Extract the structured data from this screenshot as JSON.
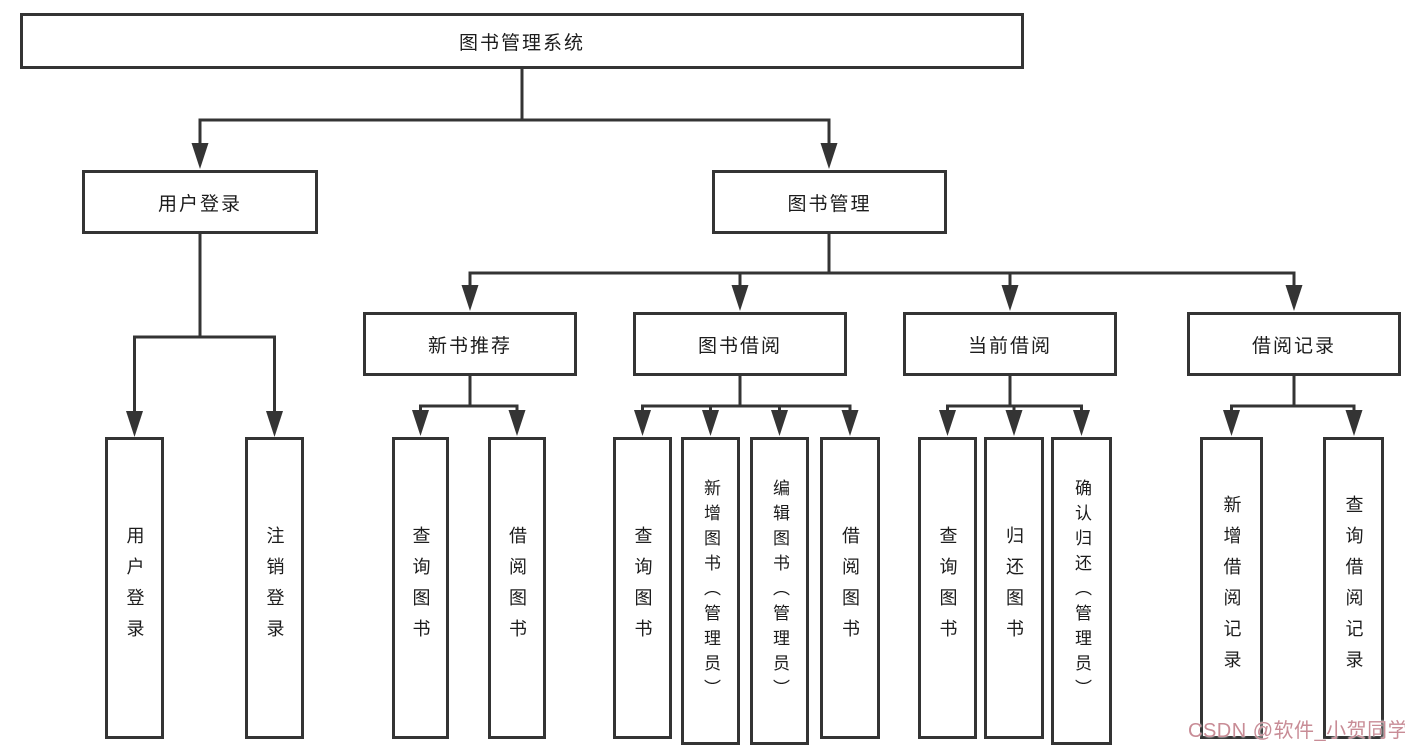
{
  "tree": {
    "root": "图书管理系统",
    "userLogin": {
      "label": "用户登录",
      "children": [
        "用户登录",
        "注销登录"
      ]
    },
    "bookMgmt": {
      "label": "图书管理",
      "sections": [
        {
          "label": "新书推荐",
          "children": [
            "查询图书",
            "借阅图书"
          ]
        },
        {
          "label": "图书借阅",
          "children": [
            "查询图书",
            "新增图书（管理员）",
            "编辑图书（管理员）",
            "借阅图书"
          ]
        },
        {
          "label": "当前借阅",
          "children": [
            "查询图书",
            "归还图书",
            "确认归还（管理员）"
          ]
        },
        {
          "label": "借阅记录",
          "children": [
            "新增借阅记录",
            "查询借阅记录"
          ]
        }
      ]
    }
  },
  "watermark": {
    "text": "CSDN @软件_小贺同学",
    "color": "#c88c96"
  },
  "colors": {
    "line": "#343434",
    "text": "#1c1c1c",
    "background": "#ffffff"
  }
}
